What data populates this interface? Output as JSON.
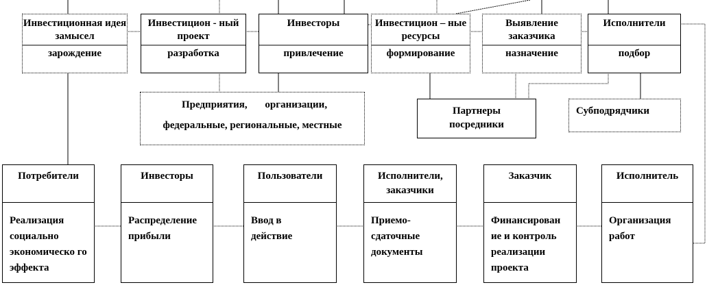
{
  "top_stages": [
    {
      "title": "Инвестиционная идея замысел",
      "action": "зарождение"
    },
    {
      "title": "Инвестицион - ный проект",
      "action": "разработка"
    },
    {
      "title": "Инвесторы",
      "action": "привлечение"
    },
    {
      "title": "Инвестицион – ные ресурсы",
      "action": "формирование"
    },
    {
      "title": "Выявление заказчика",
      "action": "назначение"
    },
    {
      "title": "Исполнители",
      "action": "подбор"
    }
  ],
  "middle": {
    "investor_types_line1": "Предприятия,        организации,",
    "investor_types_line2": "федеральные, региональные, местные",
    "partners": "Партнеры посредники",
    "subcontractors": "Субподрядчики"
  },
  "bottom_stages": [
    {
      "title": "Потребители",
      "action": "Реализация социально экономическо го эффекта"
    },
    {
      "title": "Инвесторы",
      "action": "Распределение прибыли"
    },
    {
      "title": "Пользователи",
      "action": "Ввод в действие"
    },
    {
      "title": "Исполнители, заказчики",
      "action": "Приемо-сдаточные документы"
    },
    {
      "title": "Заказчик",
      "action": "Финансирован ие и контроль реализации проекта"
    },
    {
      "title": "Исполнитель",
      "action": "Организация работ"
    }
  ]
}
